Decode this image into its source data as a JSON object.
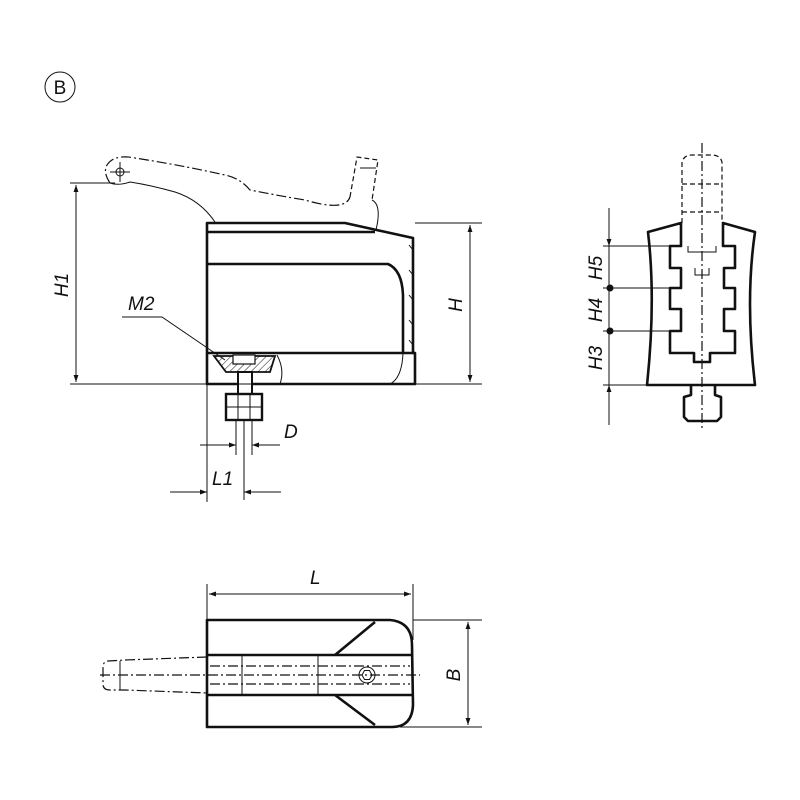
{
  "view_marker": "B",
  "dimensions": {
    "H1": "H1",
    "H": "H",
    "M2": "M2",
    "D": "D",
    "L1": "L1",
    "H3": "H3",
    "H4": "H4",
    "H5": "H5",
    "L": "L",
    "B": "B"
  },
  "colors": {
    "line": "#111111",
    "background": "#ffffff"
  }
}
